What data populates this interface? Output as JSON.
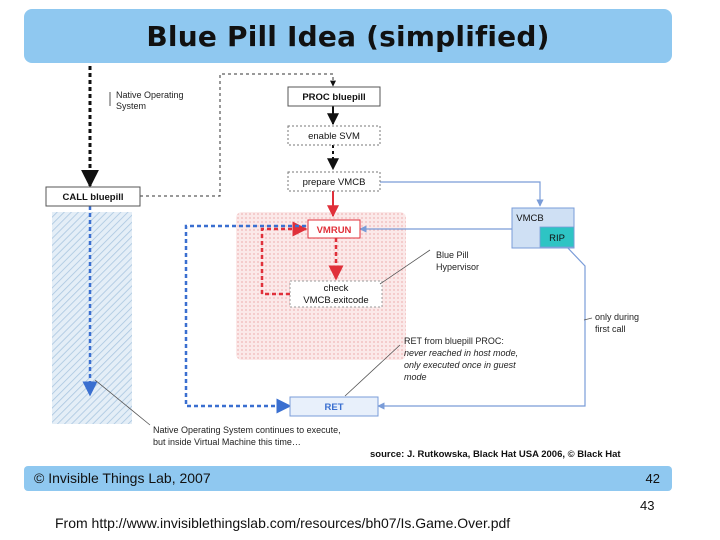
{
  "slide": {
    "title": "Blue Pill Idea (simplified)",
    "footer_left": "© Invisible Things Lab, 2007",
    "footer_right": "42",
    "page_number": "43",
    "source_url": "From http://www.invisiblethingslab.com/resources/bh07/Is.Game.Over.pdf"
  },
  "diagram": {
    "boxes": {
      "proc_bluepill": "PROC bluepill",
      "enable_svm": "enable SVM",
      "prepare_vmcb": "prepare VMCB",
      "vmrun": "VMRUN",
      "check_line1": "check",
      "check_line2": "VMCB.exitcode",
      "ret": "RET",
      "call_bluepill": "CALL bluepill",
      "vmcb": "VMCB",
      "rip": "RIP"
    },
    "notes": {
      "native_os_line1": "Native Operating",
      "native_os_line2": "System",
      "hypervisor_line1": "Blue Pill",
      "hypervisor_line2": "Hypervisor",
      "first_call_line1": "only during",
      "first_call_line2": "first call",
      "ret_line1": "RET from bluepill PROC:",
      "ret_line2": "never reached in host mode,",
      "ret_line3": "only executed once in guest",
      "ret_line4": "mode",
      "continues_line1": "Native Operating System continues to execute,",
      "continues_line2": "but inside Virtual Machine this time…"
    },
    "credit": "source: J. Rutkowska, Black Hat USA 2006, © Black Hat",
    "colors": {
      "title_bar": "#8fc8f0",
      "black_flow": "#111111",
      "red_flow": "#e0303a",
      "blue_flow": "#3a6fd0",
      "rip_fill": "#2ec4c4",
      "vmcb_fill": "#cfe0f4",
      "guest_area": "#c8dcec",
      "hypervisor_area": "#f6d2d2"
    }
  }
}
